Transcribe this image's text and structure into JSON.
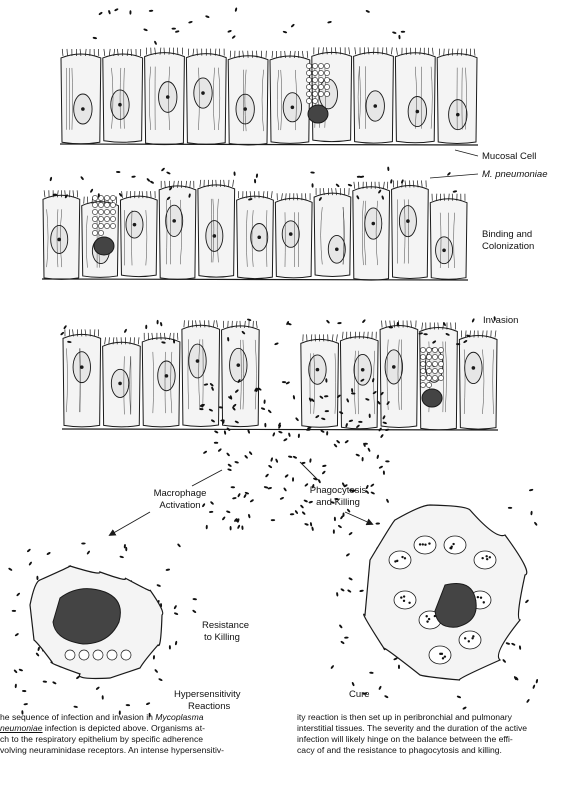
{
  "labels": {
    "mucosal_cell": "Mucosal Cell",
    "m_pneumoniae": "M. pneumoniae",
    "binding": "Binding and",
    "colonization": "Colonization",
    "invasion": "Invasion",
    "macrophage_1": "Macrophage",
    "macrophage_2": "Activation",
    "phago_1": "Phagocytosis",
    "phago_2": "and Killing",
    "resistance_1": "Resistance",
    "resistance_2": "to Killing",
    "hyper_1": "Hypersensitivity",
    "hyper_2": "Reactions",
    "cure": "Cure"
  },
  "caption": {
    "left": [
      {
        "pre": "he sequence of infection and invasion in ",
        "em": "Mycoplasma",
        "post": ""
      },
      {
        "pre": "",
        "em": "neumoniae",
        "post": " infection is depicted above. Organisms at-"
      },
      {
        "pre": "ch to the respiratory epithelium by specific adherence",
        "em": "",
        "post": ""
      },
      {
        "pre": "volving neuraminidase receptors. An intense hypersensitiv-",
        "em": "",
        "post": ""
      }
    ],
    "right": [
      "ity reaction is then set up in peribronchial and pulmonary",
      "interstitial tissues. The severity and the duration of the active",
      "infection will likely hinge on the balance between the effi-",
      "cacy of and the resistance to phagocytosis and killing."
    ]
  },
  "colors": {
    "ink": "#1a1a1a",
    "cell_fill": "#f4f4f4",
    "nucleus_fill": "#e6e6e6",
    "dark_fill": "#444444"
  },
  "icons": [
    "epithelium-row",
    "cilia",
    "mycoplasma-organism",
    "macrophage-cell",
    "phagocyte-cell",
    "arrow"
  ]
}
